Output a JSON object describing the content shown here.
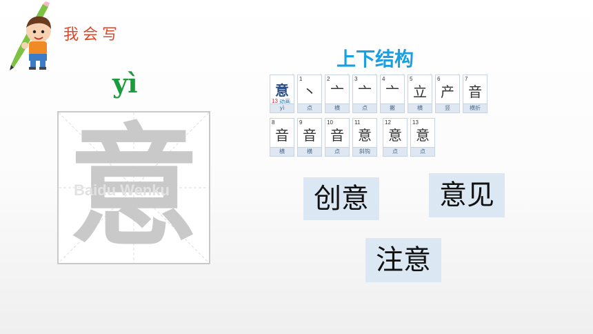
{
  "header": {
    "title": "我会写"
  },
  "character": {
    "pinyin": "yì",
    "char": "意",
    "watermark": "Baidu Wenku"
  },
  "structure_label": "上下结构",
  "strokes": {
    "first": {
      "char": "意",
      "count": "13",
      "anim_label": "动画",
      "pinyin": "yì"
    },
    "steps": [
      {
        "n": "1",
        "glyph": "丶",
        "name": "点"
      },
      {
        "n": "2",
        "glyph": "亠",
        "name": "横"
      },
      {
        "n": "3",
        "glyph": "亠",
        "name": "点"
      },
      {
        "n": "4",
        "glyph": "亠",
        "name": "撇"
      },
      {
        "n": "5",
        "glyph": "立",
        "name": "横"
      },
      {
        "n": "6",
        "glyph": "产",
        "name": "竖"
      },
      {
        "n": "7",
        "glyph": "音",
        "name": "横折"
      },
      {
        "n": "8",
        "glyph": "音",
        "name": "横"
      },
      {
        "n": "9",
        "glyph": "音",
        "name": "横"
      },
      {
        "n": "10",
        "glyph": "音",
        "name": "点"
      },
      {
        "n": "11",
        "glyph": "意",
        "name": "斜钩"
      },
      {
        "n": "12",
        "glyph": "意",
        "name": "点"
      },
      {
        "n": "13",
        "glyph": "意",
        "name": "点"
      }
    ]
  },
  "words": [
    "创意",
    "意见",
    "注意"
  ],
  "colors": {
    "title": "#d9482b",
    "pinyin": "#1a9b3c",
    "structure": "#1a9fe0",
    "word_bg": "#dbe8f3"
  }
}
